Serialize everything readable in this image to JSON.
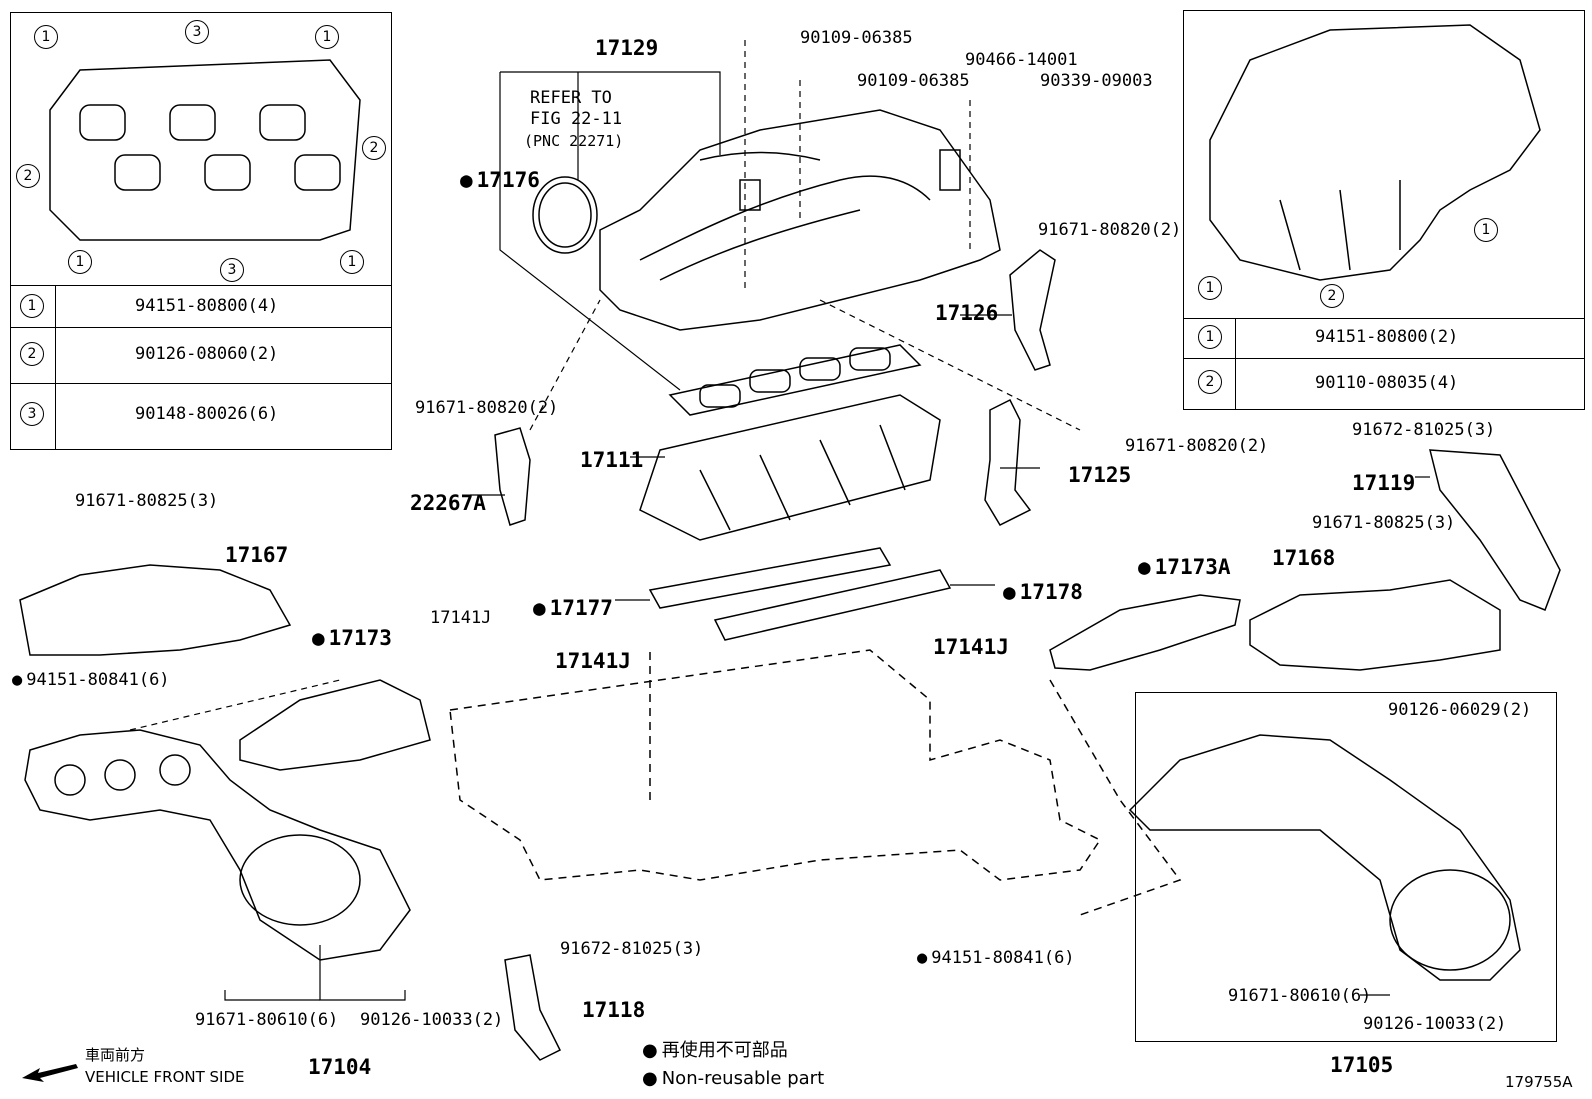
{
  "diagram_id": "179755A",
  "inset_left": {
    "rows": [
      {
        "num": "1",
        "part": "94151-80800(4)"
      },
      {
        "num": "2",
        "part": "90126-08060(2)"
      },
      {
        "num": "3",
        "part": "90148-80026(6)"
      }
    ],
    "callouts": [
      "1",
      "3",
      "1",
      "2",
      "2",
      "1",
      "3",
      "1"
    ]
  },
  "inset_right": {
    "rows": [
      {
        "num": "1",
        "part": "94151-80800(2)"
      },
      {
        "num": "2",
        "part": "90110-08035(4)"
      }
    ],
    "callouts": [
      "1",
      "1",
      "2"
    ]
  },
  "refer_note": {
    "line1": "REFER TO",
    "line2": "FIG 22-11",
    "line3": "(PNC 22271)"
  },
  "labels": {
    "p17129": "17129",
    "p17176": "17176",
    "b9010906385a": "90109-06385",
    "b9010906385b": "90109-06385",
    "p9046614001": "90466-14001",
    "p9033909003": "90339-09003",
    "p9167180820a": "91671-80820(2)",
    "p17126": "17126",
    "p9167180820b": "91671-80820(2)",
    "p22267A": "22267A",
    "p17111": "17111",
    "p9167180820c": "91671-80820(2)",
    "p17125": "17125",
    "p9167281025a": "91672-81025(3)",
    "p17119": "17119",
    "p9167180825a": "91671-80825(3)",
    "p17168": "17168",
    "p9167180825b": "91671-80825(3)",
    "p17167": "17167",
    "p17173": "17173",
    "p17141Ja": "17141J",
    "p9415180841a": "94151-80841(6)",
    "p17177": "17177",
    "p17178": "17178",
    "p17141Jb": "17141J",
    "p17173A": "17173A",
    "p17141Jc": "17141J",
    "p9012606029": "90126-06029(2)",
    "p9167281025b": "91672-81025(3)",
    "p17118": "17118",
    "p9415180841b": "94151-80841(6)",
    "p9167180610a": "91671-80610(6)",
    "p9012610033a": "90126-10033(2)",
    "p17104": "17104",
    "p9167180610b": "91671-80610(6)",
    "p9012610033b": "90126-10033(2)",
    "p17105": "17105"
  },
  "legend": {
    "jp": "再使用不可部品",
    "en": "Non-reusable part",
    "front_jp": "車両前方",
    "front_en": "VEHICLE FRONT SIDE"
  }
}
